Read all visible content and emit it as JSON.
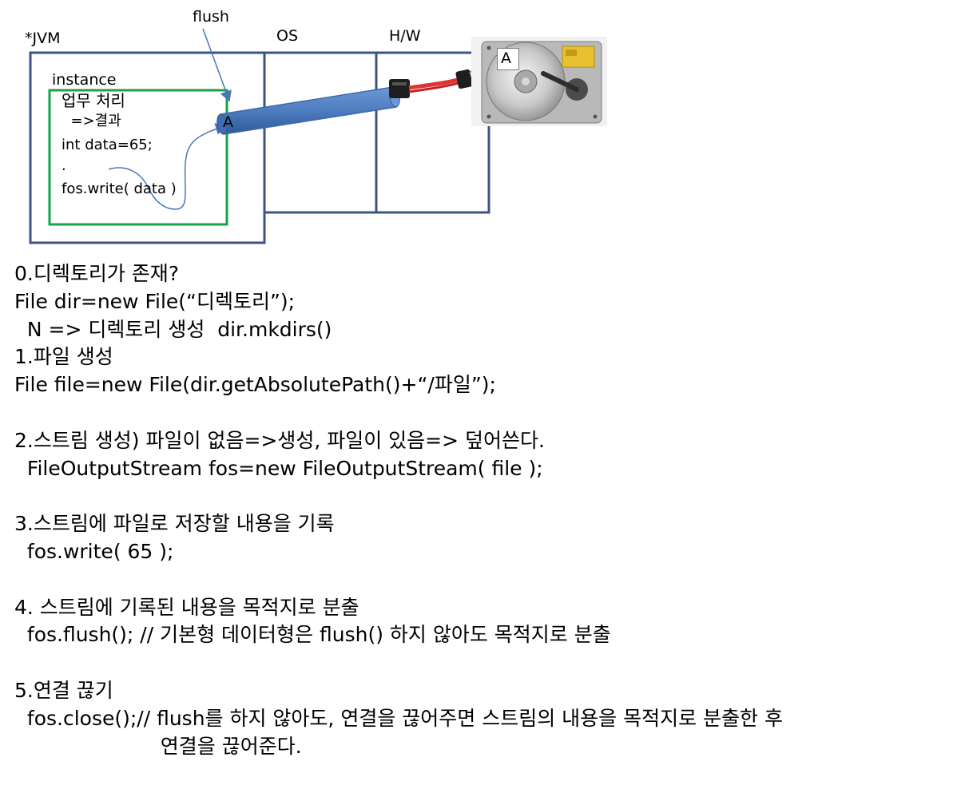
{
  "labels": {
    "flush": "flush",
    "jvm": "*JVM",
    "os": "OS",
    "hw": "H/W",
    "instance": "instance",
    "pointer_stream": "A",
    "pointer_disk": "A"
  },
  "code_lines": [
    "업무 처리",
    "  =>결과",
    "int data=65;",
    ".",
    "fos.write( data )"
  ],
  "notes": [
    "0.디렉토리가 존재?",
    "File dir=new File(“디렉토리”);",
    "  N => 디렉토리 생성  dir.mkdirs()",
    "1.파일 생성",
    "File file=new File(dir.getAbsolutePath()+“/파일”);",
    "",
    "2.스트림 생성) 파일이 없음=>생성, 파일이 있음=> 덮어쓴다.",
    "  FileOutputStream fos=new FileOutputStream( file );",
    "",
    "3.스트림에 파일로 저장할 내용을 기록",
    "  fos.write( 65 );",
    "",
    "4. 스트림에 기록된 내용을 목적지로 분출",
    "  fos.flush(); // 기본형 데이터형은 flush() 하지 않아도 목적지로 분출",
    "",
    "5.연결 끊기",
    "  fos.close();// flush를 하지 않아도, 연결을 끊어주면 스트림의 내용을 목적지로 분출한 후",
    "                       연결을 끊어준다."
  ],
  "icons": {
    "hard_drive": "hard-drive-icon",
    "sata_cable": "sata-cable-icon"
  },
  "colors": {
    "box_border": "#3b5580",
    "instance_border": "#16a34a",
    "stream_pipe": "#4d7cc0",
    "arrow": "#4a76b8",
    "cable_red": "#e03434"
  }
}
